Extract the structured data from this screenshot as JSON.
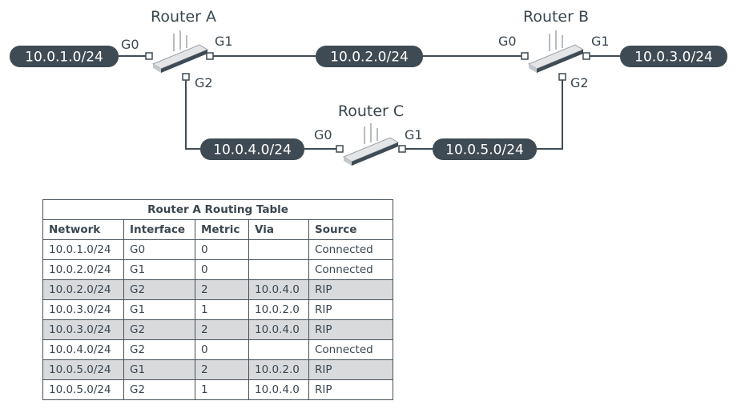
{
  "networks": {
    "n1": "10.0.1.0/24",
    "n2": "10.0.2.0/24",
    "n3": "10.0.3.0/24",
    "n4": "10.0.4.0/24",
    "n5": "10.0.5.0/24"
  },
  "routers": {
    "a": {
      "name": "Router A",
      "g0": "G0",
      "g1": "G1",
      "g2": "G2"
    },
    "b": {
      "name": "Router B",
      "g0": "G0",
      "g1": "G1",
      "g2": "G2"
    },
    "c": {
      "name": "Router C",
      "g0": "G0",
      "g1": "G1"
    }
  },
  "colors": {
    "pill": "#3f4b54",
    "line": "#3f4b54",
    "shade": "#d9dadc"
  },
  "table": {
    "title": "Router A Routing Table",
    "headers": [
      "Network",
      "Interface",
      "Metric",
      "Via",
      "Source"
    ],
    "rows": [
      {
        "cells": [
          "10.0.1.0/24",
          "G0",
          "0",
          "",
          "Connected"
        ],
        "shaded": false
      },
      {
        "cells": [
          "10.0.2.0/24",
          "G1",
          "0",
          "",
          "Connected"
        ],
        "shaded": false
      },
      {
        "cells": [
          "10.0.2.0/24",
          "G2",
          "2",
          "10.0.4.0",
          "RIP"
        ],
        "shaded": true
      },
      {
        "cells": [
          "10.0.3.0/24",
          "G1",
          "1",
          "10.0.2.0",
          "RIP"
        ],
        "shaded": false
      },
      {
        "cells": [
          "10.0.3.0/24",
          "G2",
          "2",
          "10.0.4.0",
          "RIP"
        ],
        "shaded": true
      },
      {
        "cells": [
          "10.0.4.0/24",
          "G2",
          "0",
          "",
          "Connected"
        ],
        "shaded": false
      },
      {
        "cells": [
          "10.0.5.0/24",
          "G1",
          "2",
          "10.0.2.0",
          "RIP"
        ],
        "shaded": true
      },
      {
        "cells": [
          "10.0.5.0/24",
          "G2",
          "1",
          "10.0.4.0",
          "RIP"
        ],
        "shaded": false
      }
    ]
  }
}
